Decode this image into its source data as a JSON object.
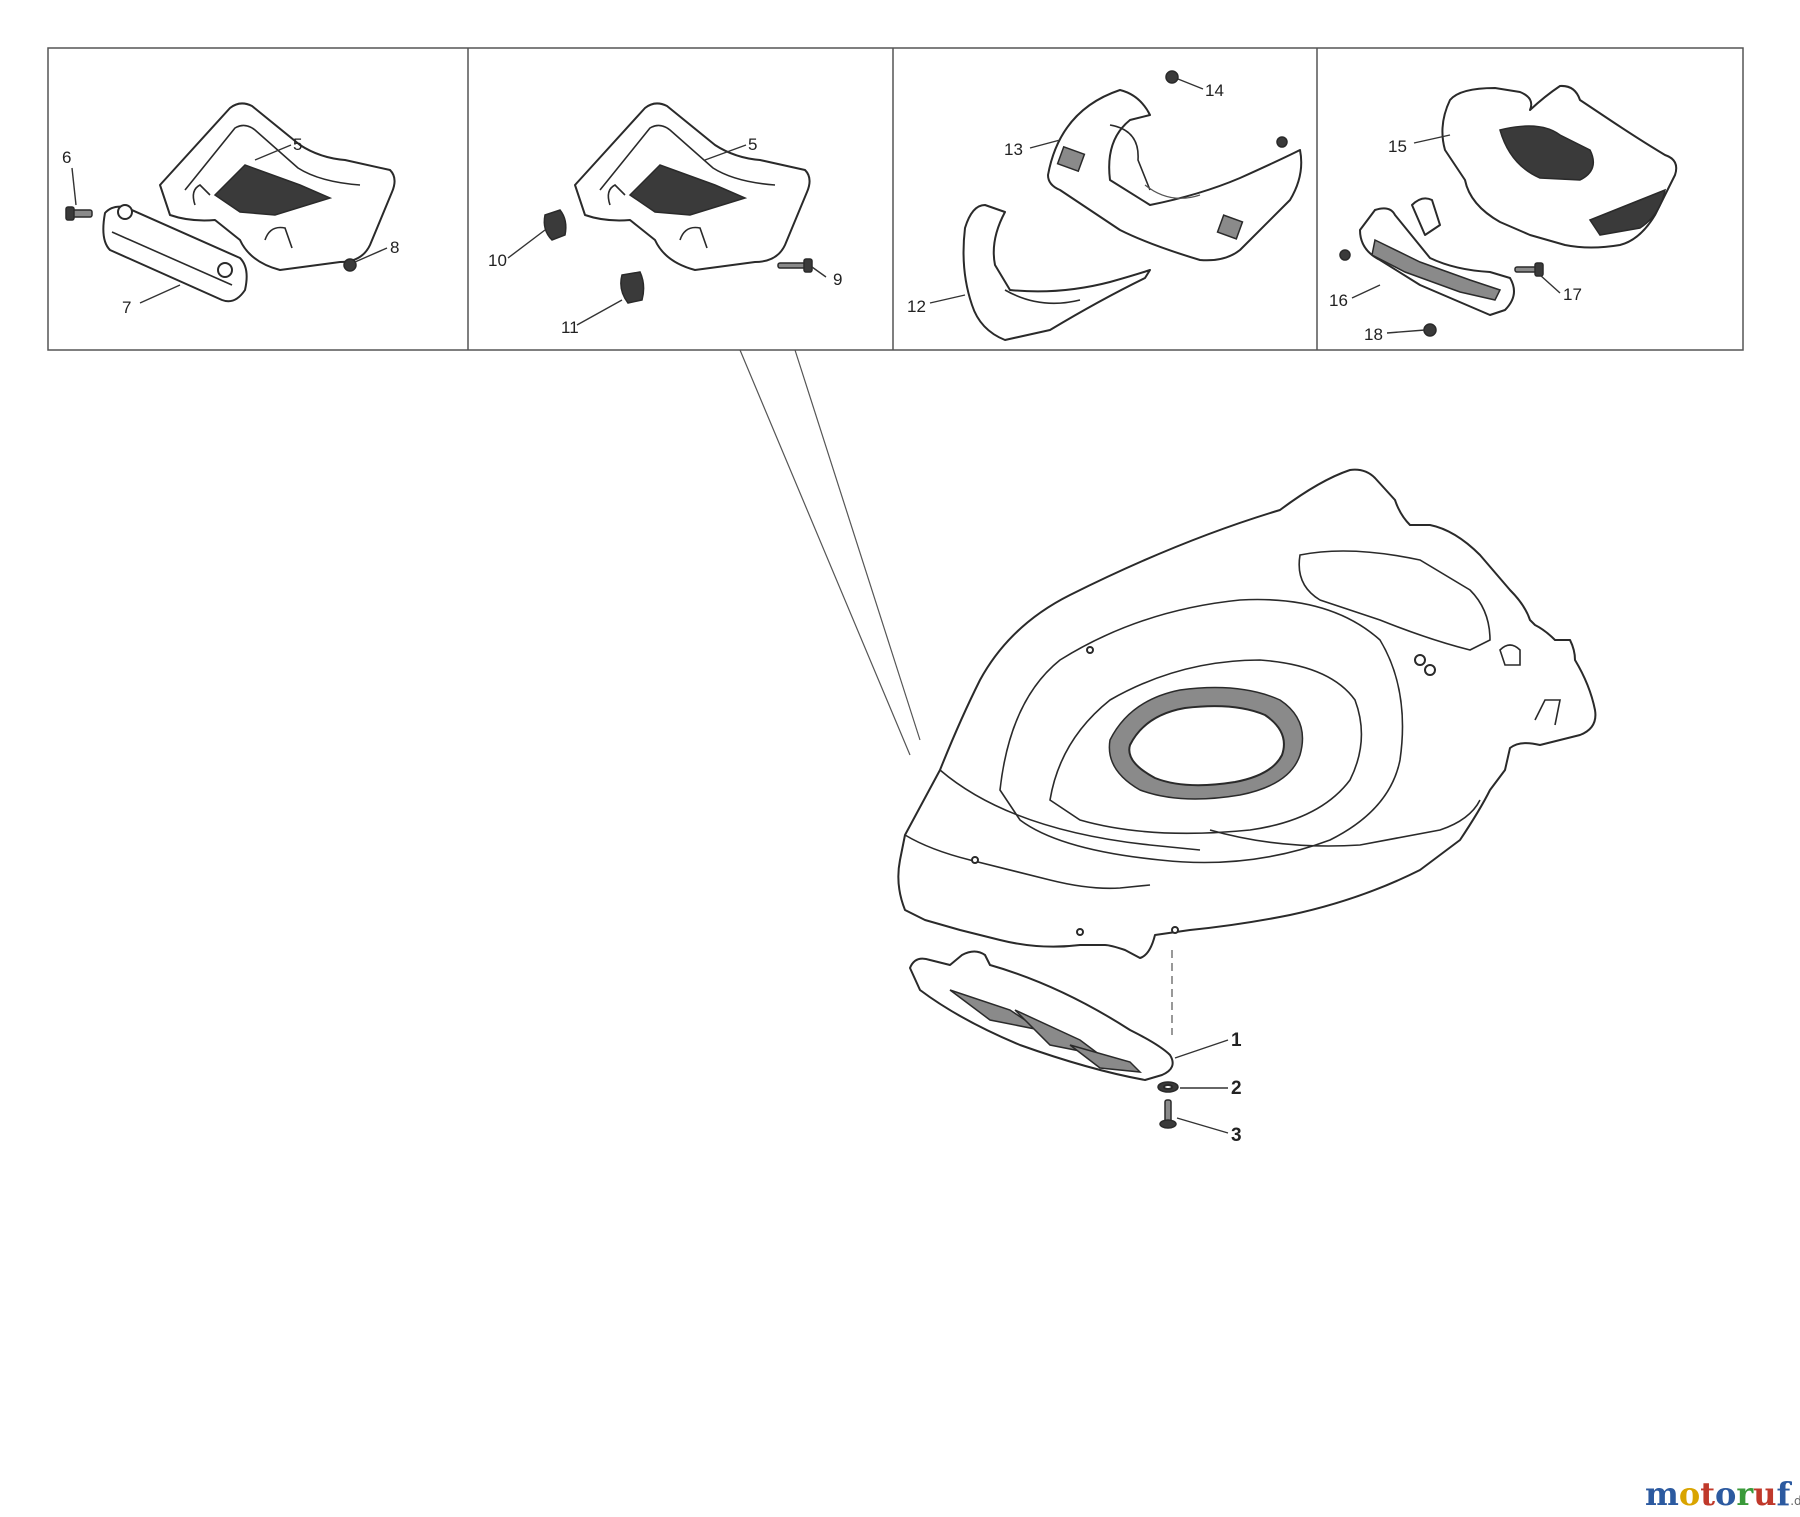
{
  "callouts": {
    "p1": "1",
    "p2": "2",
    "p3": "3",
    "p5a": "5",
    "p5b": "5",
    "p6": "6",
    "p7": "7",
    "p8": "8",
    "p9": "9",
    "p10": "10",
    "p11": "11",
    "p12": "12",
    "p13": "13",
    "p14": "14",
    "p15": "15",
    "p16": "16",
    "p17": "17",
    "p18": "18"
  },
  "watermark": {
    "letters": [
      {
        "ch": "m",
        "color": "#2c5aa0"
      },
      {
        "ch": "o",
        "color": "#d9a400"
      },
      {
        "ch": "t",
        "color": "#c0392b"
      },
      {
        "ch": "o",
        "color": "#2c5aa0"
      },
      {
        "ch": "r",
        "color": "#3a9a3a"
      },
      {
        "ch": "u",
        "color": "#c0392b"
      },
      {
        "ch": "f",
        "color": "#2c5aa0"
      }
    ],
    "tld": ".de"
  }
}
